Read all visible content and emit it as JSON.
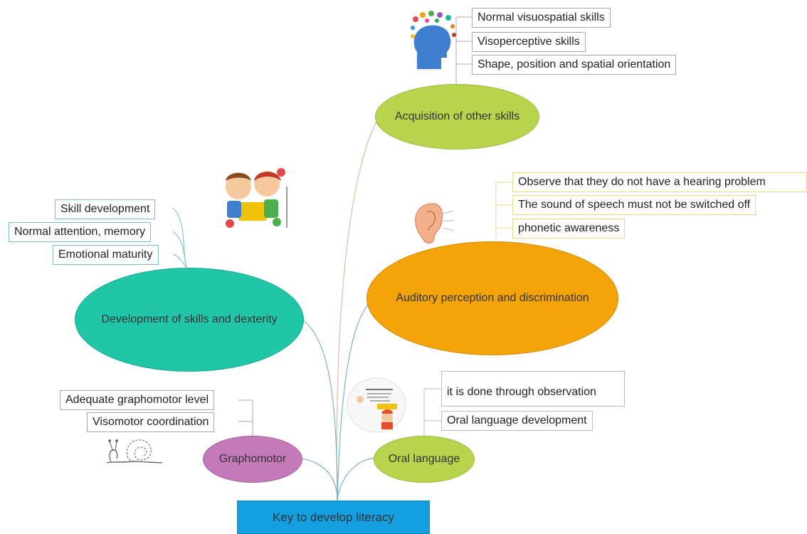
{
  "diagram": {
    "root": {
      "label": "Key to develop literacy",
      "color": "#14a0e0"
    },
    "branches": {
      "acquisition": {
        "label": "Acquisition of other skills",
        "color": "#b7d44c",
        "items": [
          "Normal visuospatial skills",
          "Visoperceptive skills",
          "Shape, position and spatial orientation"
        ]
      },
      "auditory": {
        "label": "Auditory perception and discrimination",
        "color": "#f2a40a",
        "items": [
          "Observe that they do not have a hearing problem",
          "The sound of speech must not be switched off",
          "phonetic awareness"
        ]
      },
      "dexterity": {
        "label": "Development of skills and dexterity",
        "color": "#1fc7a8",
        "items": [
          "Skill development",
          "Normal attention, memory",
          "Emotional maturity"
        ]
      },
      "graphomotor": {
        "label": "Graphomotor",
        "color": "#c479b8",
        "items": [
          "Adequate graphomotor level",
          "Visomotor coordination"
        ]
      },
      "oral": {
        "label": "Oral language",
        "color": "#b7d44c",
        "items": [
          "it is done through observation",
          "Oral language development"
        ]
      }
    },
    "illustrations": [
      "head-brain-icon",
      "children-reading-icon",
      "ear-icon",
      "oral-language-poster-icon",
      "snail-icon"
    ]
  }
}
